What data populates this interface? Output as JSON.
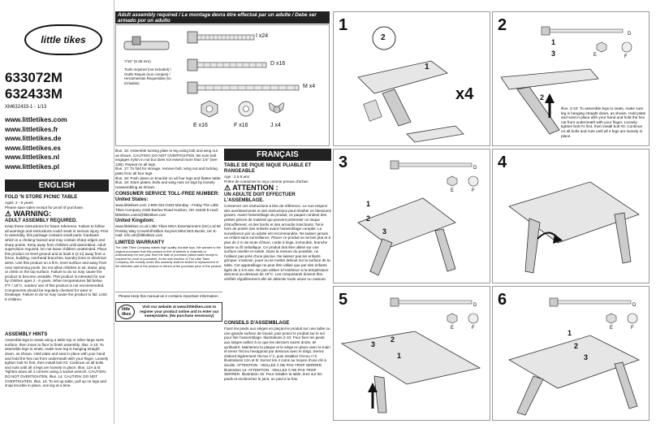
{
  "brand": "little tikes",
  "models": [
    "633072M",
    "632433M"
  ],
  "doc_code": "XM632433-1 - 1/13",
  "websites": [
    "www.littletikes.com",
    "www.littletikes.fr",
    "www.littletikes.de",
    "www.littletikes.es",
    "www.littletikes.nl",
    "www.littletikes.pl"
  ],
  "english": {
    "bar": "ENGLISH",
    "product": "FOLD 'N STORE PICNIC TABLE",
    "ages": "Ages: 2 - 6 years",
    "retain": "Please save sales receipt for proof of purchase.",
    "warning": "WARNING:",
    "adult": "ADULT ASSEMBLY REQUIRED.",
    "body": "Keep these instructions for future reference. Failure to follow all warnings and instructions could result in serious injury. Prior to assembly, this package contains small parts: hardware which is a choking hazard and may contain sharp edges and sharp points. Keep away from children until assembled. Adult supervision required. Do not leave children unattended. Place this product on level ground and at least 6 (2 m) away from a fence, building, overhead branches, laundry lines or electrical wires. Use this product on a firm, level surface and away from near swimming pools. Do not allow children to sit, stand, play or climb on the top surface. Failure to do so may cause the product to become unstable. This product is intended for use by children ages 2 - 6 years. When temperatures fall below 0°F / 18°C, outdoor use of this product is not recommended. Components should be regularly checked for wear or breakage. Failure to do so may cause the product to fail. Limit 6 children.",
    "assembly": "ASSEMBLY HINTS",
    "assembly_body": "Assemble legs to seats using a table top or other large work surface, then move to floor to finish assembly. Illus. 2-10: To assemble legs to seats, make sure leg is hanging straight down, as shown. Hold plate and seat in place with your hand and hold the hex nut from underneath with your finger. Loosely tighten bolt #1 first, then install bolt #2. Continue on all bolts and nuts until all 4 legs are loosely in place. Illus. 12A & B: Tighten down all 4 corners using a socket wrench. CAUTION: DO NOT OVERTIGHTEN. Illus. 14: CAUTION: DO NOT OVERTIGHTEN. Illus. 15: To set up table, pull up on legs and snap knuckle in place, one leg at a time."
  },
  "header": "Adult assembly required / Le montage devra être effectué par un adulte / Debe ser armado por un adulto",
  "hardware": {
    "tool_size": "7/16\" (6.35 mm)",
    "tools_required": "Tools required (not included) / Outils Requis (non compris) / Herramientas Requeridas (no incluidas)",
    "parts": [
      "I x24",
      "D x16",
      "M x4",
      "E x16",
      "F x16",
      "J x4"
    ]
  },
  "mid_col": {
    "illus16": "Illus. 16: Assemble locking plate to leg using bolt and wing nut as shown. CAUTION: DO NOT OVERTIGHTEN. Be sure bolt engages nylon in nut but does not extend more than 1/4\" (see 12B). Repeat on all legs.",
    "illus17": "Illus. 17: To fold for storage, remove bolt, wing nut and locking plate from all four legs.",
    "illus18": "Illus. 18: Push down on knuckle on all four legs and flatten table.",
    "illus19": "Illus. 19: Store plates, bolts and wing nuts on legs by loosely reassembling as shown.",
    "consumer": "CONSUMER SERVICE TOLL-FREE NUMBER:",
    "us": "United States:",
    "us_body": "www.littletikes.com 1-800-321-0183 Monday - Friday The Little Tikes Company 2180 Barlow Road Hudson, OH 44236 E-mail: littletikes.cares@littletikes.com",
    "uk": "United Kingdom:",
    "uk_body": "www.littletikes.co.uk Little Tikes MGA Entertainment (UK) Ltd 50 Presley Way Crownhill Milton Keynes MK8 0ES Bucks, UK E-mail: info.UK@littletikes.com",
    "warranty": "LIMITED WARRANTY",
    "warranty_body": "The Little Tikes Company makes high quality, durable toys. We warrant to the original purchaser that this product is free of defects in materials or workmanship for one year from the date of purchase (dated sales receipt is required for proof of purchase). At the sole election of The Little Tikes Company, the remedy under this warranty shall be limited to replacement of the defective part of the product or refund of the purchase price of the product.",
    "keep": "Please keep this manual as it contains important information.",
    "visit": "Visit our website at www.littletikes.com to register your product online and to enter our sweepstakes. (No purchase necessary)"
  },
  "francais": {
    "bar": "FRANÇAIS",
    "product": "TABLE DE PIQUE NIQUE PLIABLE ET RANGEABLE",
    "ages": "Age : 2 à 8 ans",
    "retain": "Prière de conserver le reçu comme preuve d'achat.",
    "attention": "ATTENTION :",
    "adult": "UN ADULTE DOIT EFFECTUER L'ASSEMBLAGE.",
    "body": "Conserver ces instructions à titre de référence. Le non-respect des avertissements et des instructions peut résulter en blessures graves. Avant l'assemblage du produit, ce paquet contient des petites pièces de matériel qui peuvent présenter un risque d'étouffement, et des bords et des arrondis tranchants. Tenir hors de portée des enfants avant l'assemblage complet. La surveillance par un adulte est recommandée. Ne laisser jamais un enfant sans surveillance. Placer ce produit en terrain plat et à plus de 2 m de toute clôture, corde à linge, immeuble, branche basse ou fil métallique. Ce produit doit être utilisé sur une surface nivelée et solide. Dans la mesure du possible, ne l'utilisez pas près d'une piscine. Ne laissez pas les enfants grimper, s'asseoir, jouer ou se mettre debout sur la surface de la table. Cet appareillage ne peut être utilisé que par des enfants âgés de 2 à 8 ans. Ne pas utiliser à l'extérieur si la température descend au-dessous de 18°C. Les composants doivent être vérifiés régulièrement afin de détecter toute usure ou cassure.",
    "conseils": "CONSEILS D'ASSEMBLAGE",
    "conseils_body": "Fixez les pieds aux sièges en plaçant le produit sur une table ou une grande surface de travail, puis posez le produit sur le sol pour finir l'assemblage. Illustrations 2-10: Pour fixer les pieds aux sièges veillez à ce que les derniers soient droits, tel qu'illustré. Maintenez la plaque et le siège en place avec la main et tenez l'écrou hexagonal par dessous avec le doigt. Serrez d'abord légèrement l'écrou n°1, puis installez l'écrou n°2. Illustrations 12A et B: Serrez les 4 coins au moyen d'une clé à douille. ATTENTION : VEILLEZ À NE PAS TROP SERRER. Illustration 14: ATTENTION : VEILLEZ À NE PAS TROP SERRER. Illustration 15: Pour installer la table, tirez sur les pieds et enclenchez le joint, un pied à la fois."
  },
  "steps": {
    "s1": {
      "num": "1",
      "labels": [
        "2",
        "1"
      ],
      "multiplier": "x4"
    },
    "s2": {
      "num": "2",
      "parts": [
        "D",
        "E",
        "F"
      ],
      "labels": [
        "1",
        "3",
        "2"
      ],
      "caption": "Illus. 2-10: To assemble legs to seats, make sure leg is hanging straight down, as shown. Hold plate and seat in place with your hand and hold the hex nut from underneath with your finger. Loosely tighten bolt #1 first, then install bolt #2. Continue on all bolts and nuts until all 4 legs are loosely in place."
    },
    "s3": {
      "num": "3",
      "parts": [
        "D",
        "E",
        "F"
      ],
      "labels": [
        "1",
        "2",
        "3"
      ]
    },
    "s4": {
      "num": "4"
    },
    "s5": {
      "num": "5",
      "parts": [
        "D",
        "E",
        "F"
      ],
      "labels": [
        "3",
        "2",
        "1"
      ]
    },
    "s6": {
      "num": "6",
      "parts": [
        "D",
        "E",
        "F"
      ],
      "labels": [
        "1",
        "2",
        "3"
      ]
    }
  }
}
